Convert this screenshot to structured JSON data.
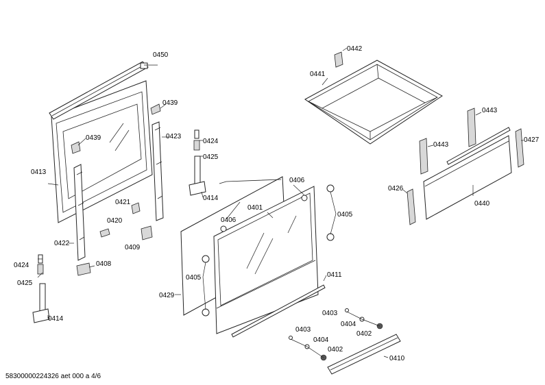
{
  "diagram": {
    "labels": {
      "l0450": "0450",
      "l0439a": "0439",
      "l0439b": "0439",
      "l0413": "0413",
      "l0423": "0423",
      "l0424a": "0424",
      "l0425a": "0425",
      "l0414a": "0414",
      "l0421": "0421",
      "l0420": "0420",
      "l0409": "0409",
      "l0422": "0422",
      "l0424b": "0424",
      "l0425b": "0425",
      "l0408": "0408",
      "l0414b": "0414",
      "l0406a": "0406",
      "l0406b": "0406",
      "l0401": "0401",
      "l0405a": "0405",
      "l0405b": "0405",
      "l0429": "0429",
      "l0411": "0411",
      "l0442": "0442",
      "l0441": "0441",
      "l0443a": "0443",
      "l0443b": "0443",
      "l0427": "0427",
      "l0426": "0426",
      "l0440": "0440",
      "l0403a": "0403",
      "l0404a": "0404",
      "l0402a": "0402",
      "l0403b": "0403",
      "l0404b": "0404",
      "l0402b": "0402",
      "l0410": "0410"
    },
    "footer": "58300000224326 aet 000 a 4/6"
  }
}
